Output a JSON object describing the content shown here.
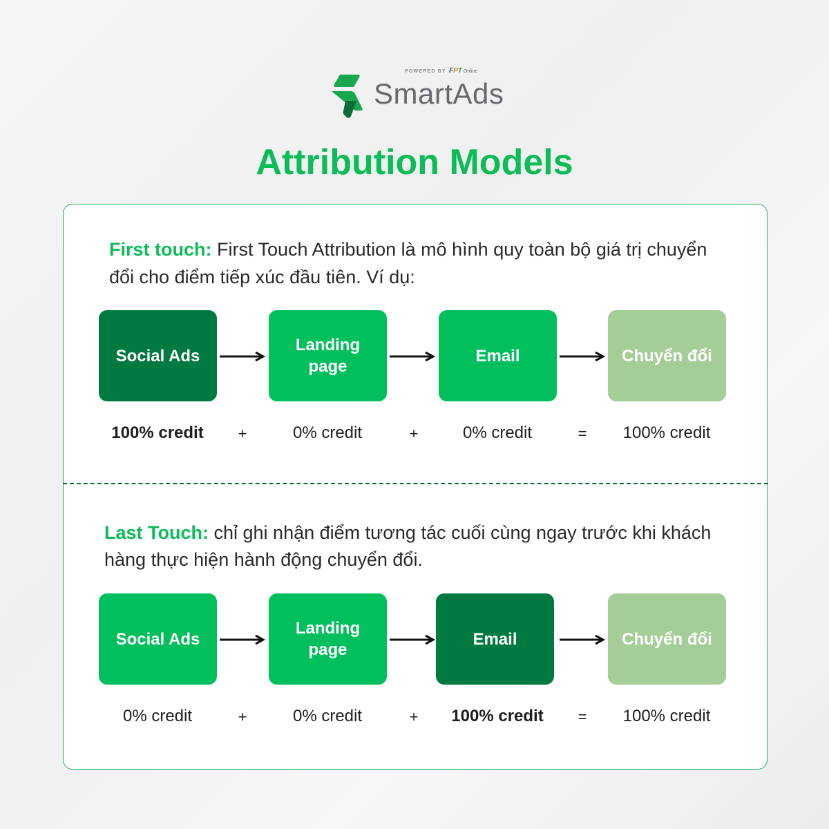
{
  "brand": {
    "name": "SmartAds",
    "powered_by": "POWERED BY",
    "partner_letters": [
      "F",
      "P",
      "T"
    ],
    "partner_suffix": "Online",
    "colors": {
      "mark_green": "#1aa54f",
      "mark_dark": "#0d6b35",
      "text_gray": "#666a6f"
    }
  },
  "title": "Attribution Models",
  "colors": {
    "accent": "#0bbc59",
    "box_dark": "#007a40",
    "box_mid": "#00bf5c",
    "box_light": "#a5cd98",
    "divider": "#0f6e3d"
  },
  "sections": [
    {
      "lead": "First touch:",
      "text": " First Touch Attribution là mô hình quy toàn bộ giá trị chuyển đổi cho điểm tiếp xúc đầu tiên. Ví dụ:",
      "steps": [
        {
          "label": "Social Ads",
          "credit": "100% credit",
          "shade": "dark",
          "emphasis": true
        },
        {
          "label": "Landing page",
          "credit": "0% credit",
          "shade": "mid",
          "emphasis": false
        },
        {
          "label": "Email",
          "credit": "0% credit",
          "shade": "mid",
          "emphasis": false
        },
        {
          "label": "Chuyển đổi",
          "credit": "100% credit",
          "shade": "light",
          "emphasis": false
        }
      ],
      "operators": [
        "+",
        "+",
        "="
      ]
    },
    {
      "lead": "Last Touch:",
      "text": " chỉ ghi nhận điểm tương tác cuối cùng ngay trước khi khách hàng thực hiện hành động chuyển đổi.",
      "steps": [
        {
          "label": "Social Ads",
          "credit": "0% credit",
          "shade": "mid",
          "emphasis": false
        },
        {
          "label": "Landing page",
          "credit": "0% credit",
          "shade": "mid",
          "emphasis": false
        },
        {
          "label": "Email",
          "credit": "100% credit",
          "shade": "dark",
          "emphasis": true
        },
        {
          "label": "Chuyển đổi",
          "credit": "100% credit",
          "shade": "light",
          "emphasis": false
        }
      ],
      "operators": [
        "+",
        "+",
        "="
      ]
    }
  ]
}
